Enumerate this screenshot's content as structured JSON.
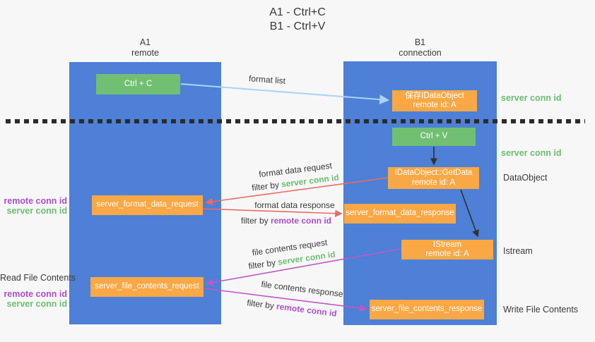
{
  "title": {
    "line1": "A1 - Ctrl+C",
    "line2": "B1 - Ctrl+V"
  },
  "lanes": {
    "a": {
      "title": "A1",
      "subtitle": "remote"
    },
    "b": {
      "title": "B1",
      "subtitle": "connection"
    }
  },
  "nodes": {
    "ctrl_c": {
      "label": "Ctrl + C"
    },
    "ctrl_v": {
      "label": "Ctrl + V"
    },
    "save_dataobject": {
      "line1": "保存IDataObject",
      "line2": "remote id: A"
    },
    "getdata": {
      "line1": "IDataObject::GetData",
      "line2": "remote id: A"
    },
    "istream": {
      "line1": "IStream",
      "line2": "remote id: A"
    },
    "format_request": {
      "label": "server_format_data_request"
    },
    "format_response": {
      "label": "server_format_data_response"
    },
    "file_request": {
      "label": "server_file_contents_request"
    },
    "file_response": {
      "label": "server_file_contents_response"
    }
  },
  "edges": {
    "format_list": {
      "label": "format list"
    },
    "format_data_request": {
      "label": "format data request",
      "filter_prefix": "filter by ",
      "filter_key": "server conn id"
    },
    "format_data_response": {
      "label": "format data response",
      "filter_prefix": "filter by ",
      "filter_key": "remote conn id"
    },
    "file_contents_request": {
      "label": "file contents request",
      "filter_prefix": "filter by ",
      "filter_key": "server conn id"
    },
    "file_contents_response": {
      "label": "file contents response",
      "filter_prefix": "filter by ",
      "filter_key": "remote conn id"
    }
  },
  "side_labels": {
    "left": {
      "remote_conn_top": "remote conn id",
      "server_conn_top": "server conn id",
      "read_file": "Read File Contents",
      "remote_conn_bottom": "remote conn id",
      "server_conn_bottom": "server conn id"
    },
    "right": {
      "server_conn_top": "server conn id",
      "server_conn_mid": "server conn id",
      "dataobject": "DataObject",
      "istream": "Istream",
      "write_file": "Write File Contents"
    }
  },
  "colors": {
    "lane_blue": "#4d80d6",
    "box_green": "#70bf73",
    "box_orange": "#f9a845",
    "arrow_lightblue": "#a9d4f3",
    "arrow_red": "#ec6a60",
    "arrow_magenta": "#c158c1",
    "arrow_black": "#333333",
    "text_green": "#6abf6e",
    "text_purple": "#ab4fc8",
    "dotted_divider": "#2b2b2b"
  }
}
